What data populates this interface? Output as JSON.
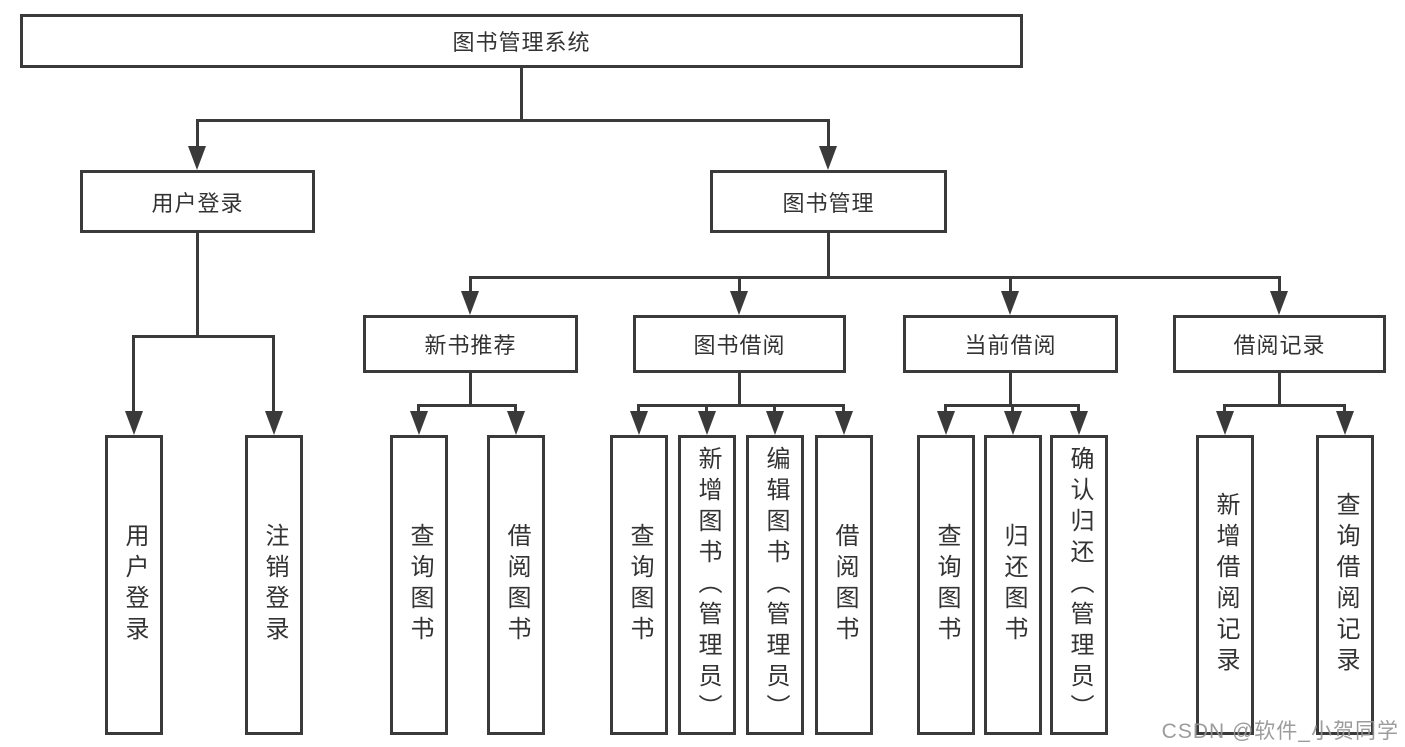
{
  "diagram": {
    "root": {
      "label": "图书管理系统"
    },
    "branches": [
      {
        "label": "用户登录",
        "children": [
          {
            "label": "用户登录"
          },
          {
            "label": "注销登录"
          }
        ]
      },
      {
        "label": "图书管理",
        "sections": [
          {
            "label": "新书推荐",
            "children": [
              {
                "label": "查询图书"
              },
              {
                "label": "借阅图书"
              }
            ]
          },
          {
            "label": "图书借阅",
            "children": [
              {
                "label": "查询图书"
              },
              {
                "label": "新增图书（管理员）"
              },
              {
                "label": "编辑图书（管理员）"
              },
              {
                "label": "借阅图书"
              }
            ]
          },
          {
            "label": "当前借阅",
            "children": [
              {
                "label": "查询图书"
              },
              {
                "label": "归还图书"
              },
              {
                "label": "确认归还（管理员）"
              }
            ]
          },
          {
            "label": "借阅记录",
            "children": [
              {
                "label": "新增借阅记录"
              },
              {
                "label": "查询借阅记录"
              }
            ]
          }
        ]
      }
    ]
  },
  "watermark": "CSDN @软件_小贺同学",
  "colors": {
    "line": "#3a3a3a",
    "text": "#333333",
    "background": "#ffffff",
    "watermark": "#949494"
  }
}
